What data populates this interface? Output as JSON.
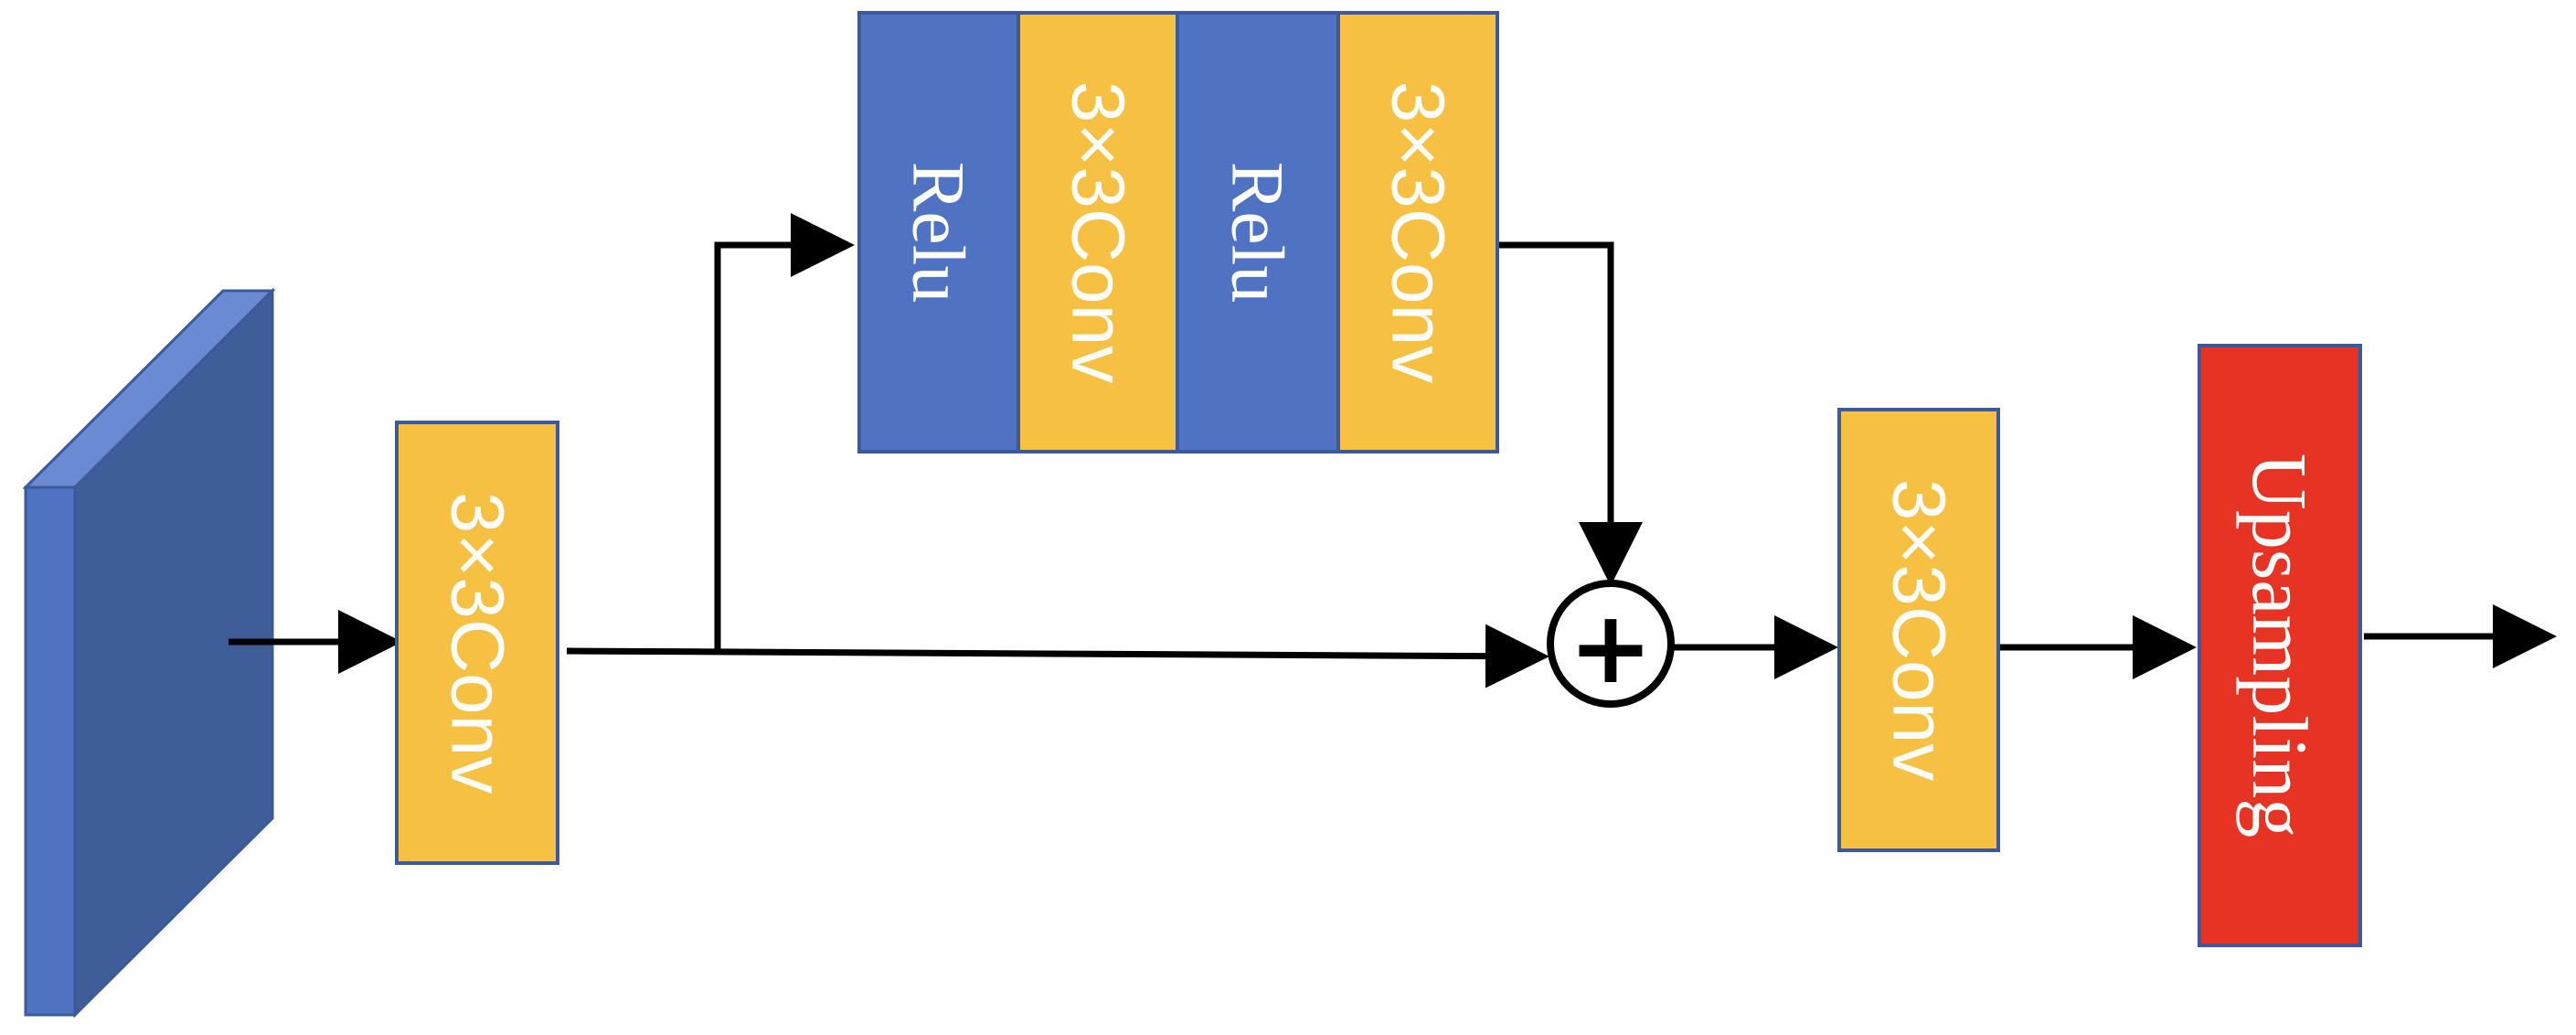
{
  "colors": {
    "conv_fill": "#F6C142",
    "relu_fill": "#4F73C2",
    "upsampling_fill": "#E63323",
    "box_border": "#3C5A9A",
    "feature_map_front": "#4F73C2",
    "feature_map_side": "#3F5E99",
    "feature_map_top": "#6A8BD4",
    "arrow": "#000000"
  },
  "blocks": {
    "conv_first": "3×3Conv",
    "relu_1": "Relu",
    "conv_res_1": "3×3Conv",
    "relu_2": "Relu",
    "conv_res_2": "3×3Conv",
    "conv_after": "3×3Conv",
    "upsampling": "Upsampling"
  },
  "sum_symbol": "+"
}
